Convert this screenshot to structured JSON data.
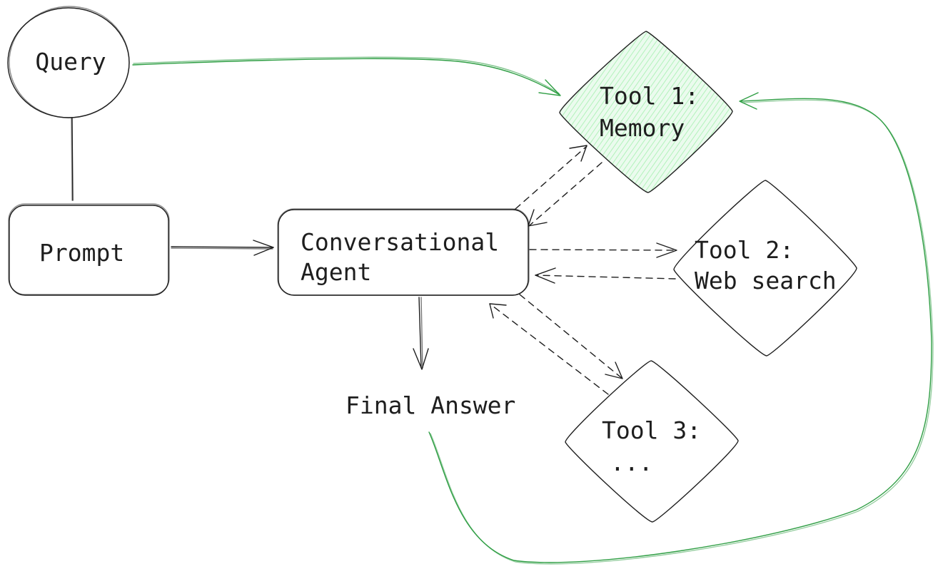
{
  "nodes": {
    "query": {
      "label": "Query"
    },
    "prompt": {
      "label": "Prompt"
    },
    "agent": {
      "line1": "Conversational",
      "line2": "Agent"
    },
    "tool1": {
      "line1": "Tool 1:",
      "line2": "Memory"
    },
    "tool2": {
      "line1": "Tool 2:",
      "line2": "Web search"
    },
    "tool3": {
      "line1": "Tool 3:",
      "line2": "..."
    },
    "final": {
      "label": "Final Answer"
    }
  },
  "colors": {
    "ink": "#1e1e1e",
    "accent": "#2f9e44",
    "highlight_fill": "#b2f2bb"
  }
}
